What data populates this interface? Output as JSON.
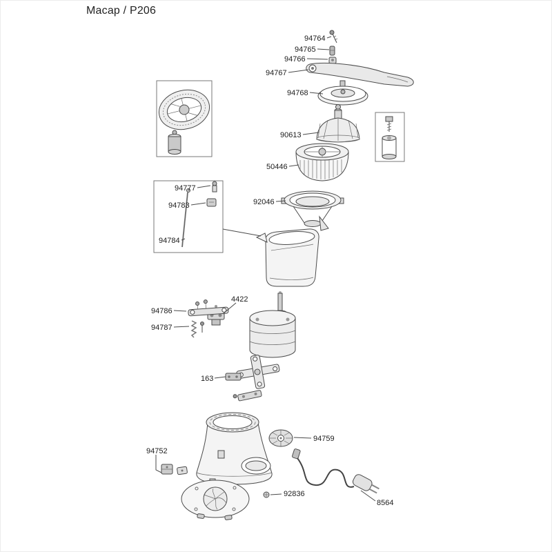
{
  "title": "Macap / P206",
  "parts": [
    {
      "label": "94764"
    },
    {
      "label": "94765"
    },
    {
      "label": "94766"
    },
    {
      "label": "94767"
    },
    {
      "label": "94768"
    },
    {
      "label": "90613"
    },
    {
      "label": "50446"
    },
    {
      "label": "92046"
    },
    {
      "label": "94777"
    },
    {
      "label": "94783"
    },
    {
      "label": "94784"
    },
    {
      "label": "4422"
    },
    {
      "label": "94786"
    },
    {
      "label": "94787"
    },
    {
      "label": "163"
    },
    {
      "label": "94759"
    },
    {
      "label": "94752"
    },
    {
      "label": "92836"
    },
    {
      "label": "8564"
    }
  ]
}
